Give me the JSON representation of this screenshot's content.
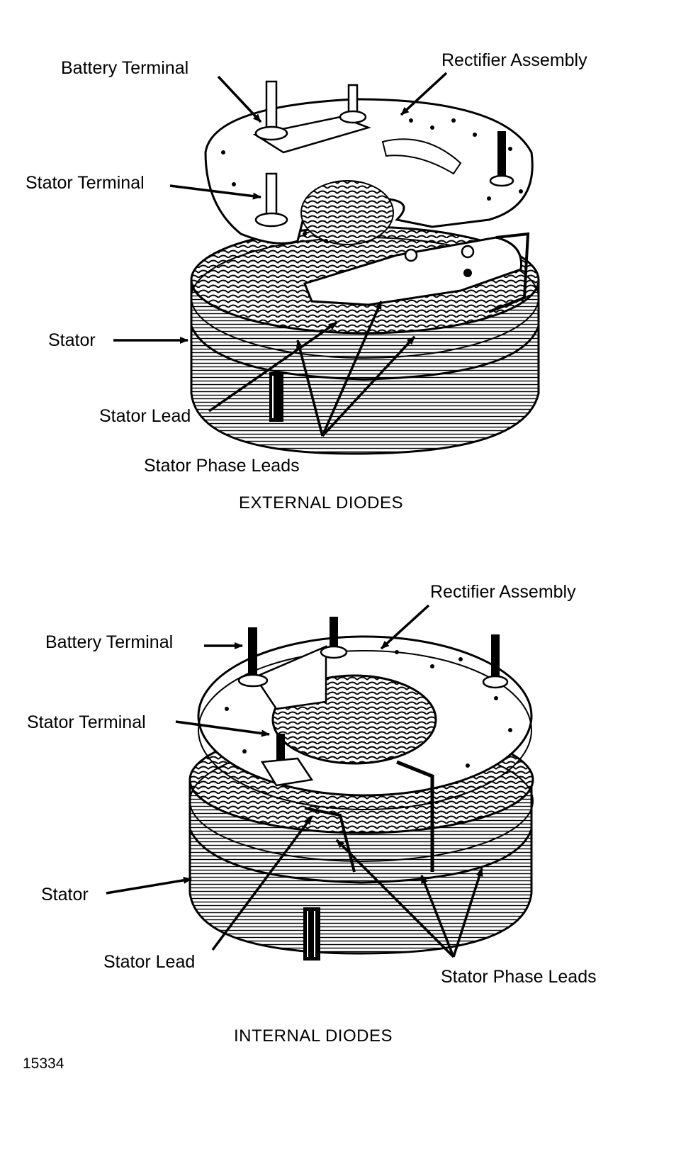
{
  "figures": [
    {
      "caption": "EXTERNAL DIODES",
      "labels": {
        "battery_terminal": "Battery Terminal",
        "rectifier_assembly": "Rectifier Assembly",
        "stator_terminal": "Stator Terminal",
        "stator": "Stator",
        "stator_lead": "Stator Lead",
        "stator_phase_leads": "Stator Phase Leads"
      }
    },
    {
      "caption": "INTERNAL DIODES",
      "labels": {
        "battery_terminal": "Battery Terminal",
        "rectifier_assembly": "Rectifier Assembly",
        "stator_terminal": "Stator Terminal",
        "stator": "Stator",
        "stator_lead": "Stator Lead",
        "stator_phase_leads": "Stator Phase Leads"
      }
    }
  ],
  "figure_number": "15334"
}
